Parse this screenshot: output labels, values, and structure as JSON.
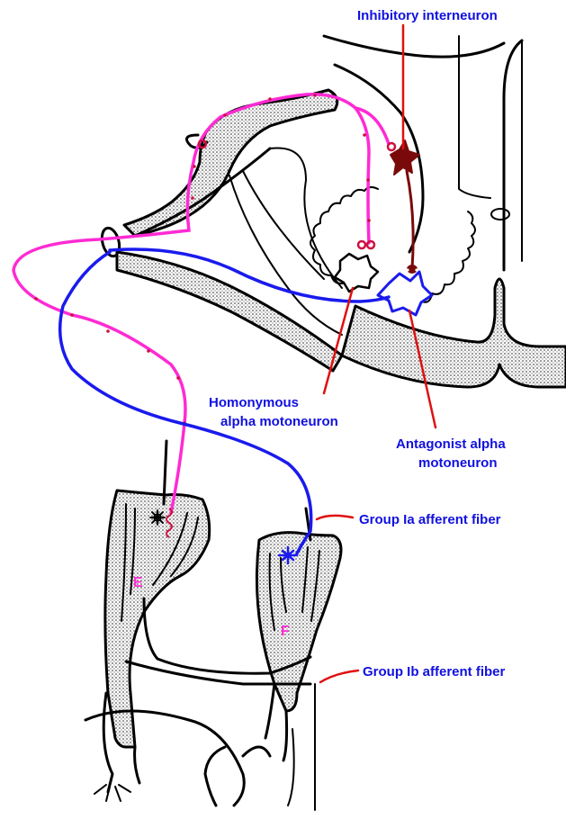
{
  "labels": {
    "inhibitory_interneuron": "Inhibitory interneuron",
    "homonymous_line1": "Homonymous",
    "homonymous_line2": "alpha motoneuron",
    "antagonist_line1": "Antagonist alpha",
    "antagonist_line2": "motoneuron",
    "group_ia": "Group Ia afferent fiber",
    "group_ib": "Group Ib afferent fiber",
    "muscle_e": "E",
    "muscle_f": "F"
  },
  "colors": {
    "label_text": "#1010e0",
    "pointer_line": "#e01010",
    "ia_afferent_fiber": "#ff2ad4",
    "antagonist_motor_axon": "#1a1aee",
    "interneuron": "#7a0a0a",
    "outline": "#000000",
    "muscle_letter": "#ff2ad4"
  }
}
